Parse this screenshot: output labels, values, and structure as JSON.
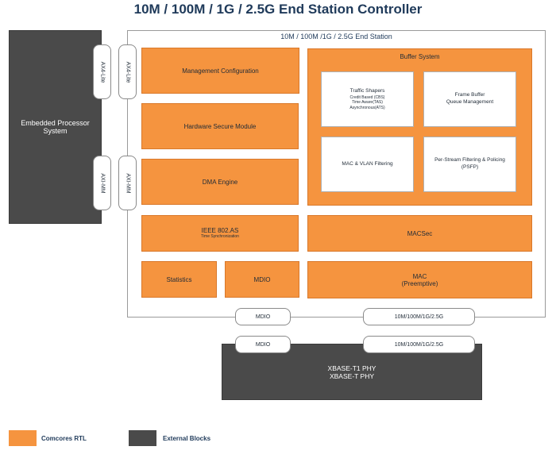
{
  "title": "10M / 100M / 1G / 2.5G End Station Controller",
  "embedded_processor": "Embedded Processor System",
  "end_station_label": "10M / 100M /1G / 2.5G End Station",
  "interfaces": {
    "axi_lite_left": "AX4-Lite",
    "axi_lite_right": "AX4-Lite",
    "axi_mm_left": "AXI-MM",
    "axi_mm_right": "AXI-MM"
  },
  "blocks": {
    "management": "Management Configuration",
    "hsm": "Hardware Secure Module",
    "dma": "DMA Engine",
    "ieee_title": "IEEE 802.AS",
    "ieee_sub": "Time Synchronization",
    "statistics": "Statistics",
    "mdio": "MDIO",
    "macsec": "MACSec",
    "mac_line1": "MAC",
    "mac_line2": "(Preemptive)"
  },
  "buffer_system": {
    "label": "Buffer System",
    "traffic_shapers": "Traffic Shapers",
    "ts_line1": "Credit Based (CBS)",
    "ts_line2": "Time Aware(TAS)",
    "ts_line3": "Asynchronous(ATS)",
    "frame_buffer_line1": "Frame Buffer",
    "frame_buffer_line2": "Queue Management",
    "mac_vlan": "MAC & VLAN Filtering",
    "psfp_line1": "Per-Stream Filtering & Policing",
    "psfp_line2": "(PSFP)"
  },
  "pills": {
    "mdio_top": "MDIO",
    "speed_top": "10M/100M/1G/2.5G",
    "mdio_bottom": "MDIO",
    "speed_bottom": "10M/100M/1G/2.5G"
  },
  "phy": {
    "line1": "XBASE-T1 PHY",
    "line2": "XBASE-T PHY"
  },
  "legend": {
    "comcores": "Comcores RTL",
    "external": "External Blocks"
  },
  "colors": {
    "orange": "#f5943f",
    "dark": "#4a4a4a",
    "title": "#1f3a5a"
  }
}
